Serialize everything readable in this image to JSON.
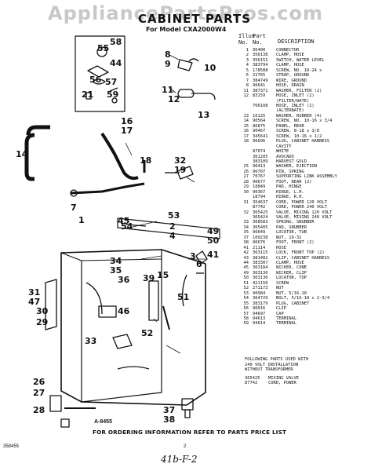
{
  "watermark": "AppliancePartsPros.com",
  "header": {
    "title": "CABINET PARTS",
    "subtitle": "For Model CXA2000W4"
  },
  "parts_table": {
    "col_illus": "Illus\nNo.",
    "col_part": "Part\nNo.",
    "col_desc": "DESCRIPTION",
    "rows": [
      {
        "n": "1",
        "p": "95400",
        "d": "CONNECTOR"
      },
      {
        "n": "2",
        "p": "356138",
        "d": "CLAMP, HOSE"
      },
      {
        "n": "3",
        "p": "356151",
        "d": "SWITCH, WATER LEVEL"
      },
      {
        "n": "4",
        "p": "383794",
        "d": "CLAMP, HOSE"
      },
      {
        "n": "5",
        "p": "178588",
        "d": "SCREW, NO. 10-24 x"
      },
      {
        "n": "6",
        "p": "22765",
        "d": "STRAP, GROUND"
      },
      {
        "n": "7",
        "p": "384749",
        "d": "WIRE, GROUND"
      },
      {
        "n": "8",
        "p": "96641",
        "d": "HOSE, DRAIN"
      },
      {
        "n": "11",
        "p": "387371",
        "d": "WASHER, FILTER (2)"
      },
      {
        "n": "12",
        "p": "83159",
        "d": "HOSE, INLET (2)"
      },
      {
        "n": "",
        "p": "",
        "d": "(FILTER/WATE)"
      },
      {
        "n": "",
        "p": "766108",
        "d": "HOSE, INLET (2)"
      },
      {
        "n": "",
        "p": "",
        "d": "(ALTERNATE)"
      },
      {
        "n": "13",
        "p": "16125",
        "d": "WASHER, RUBBER (4)"
      },
      {
        "n": "14",
        "p": "90564",
        "d": "SCREW, NO. 10-16 x 3/4"
      },
      {
        "n": "15",
        "p": "86875",
        "d": "PANEL, REAR"
      },
      {
        "n": "16",
        "p": "90467",
        "d": "SCREW, 8-18 x 3/8"
      },
      {
        "n": "17",
        "p": "345641",
        "d": "SCREW, 10-16 x 1/2"
      },
      {
        "n": "18",
        "p": "96696",
        "d": "PLUG, CABINET HARNESS"
      },
      {
        "n": "",
        "p": "",
        "d": "CAVITY"
      },
      {
        "n": "",
        "p": "87074",
        "d": "WHITE"
      },
      {
        "n": "",
        "p": "361205",
        "d": "AVOCADO"
      },
      {
        "n": "",
        "p": "383189",
        "d": "HARVEST GOLD"
      },
      {
        "n": "25",
        "p": "96413",
        "d": "WASHER, EJECTION"
      },
      {
        "n": "26",
        "p": "96707",
        "d": "PIN, SPRING"
      },
      {
        "n": "27",
        "p": "70767",
        "d": "SUPPORTING LINK ASSEMBLY"
      },
      {
        "n": "28",
        "p": "90677",
        "d": "FOOT, REAR (2)"
      },
      {
        "n": "29",
        "p": "18849",
        "d": "PAD, HINGE"
      },
      {
        "n": "30",
        "p": "90367",
        "d": "HINGE, L.H."
      },
      {
        "n": "",
        "p": "18794",
        "d": "HINGE, R.H."
      },
      {
        "n": "31",
        "p": "354637",
        "d": "CORD, POWER 120 VOLT"
      },
      {
        "n": "",
        "p": "87742",
        "d": "CORD, POWER 240 VOLT"
      },
      {
        "n": "32",
        "p": "365425",
        "d": "VALVE, MIXING 120 VOLT"
      },
      {
        "n": "",
        "p": "365424",
        "d": "VALVE, MIXING 240 VOLT"
      },
      {
        "n": "33",
        "p": "368583",
        "d": "SPRING, SNUBBER"
      },
      {
        "n": "34",
        "p": "365405",
        "d": "PAD, SNUBBER"
      },
      {
        "n": "35",
        "p": "96649",
        "d": "LOCATOR, TUB"
      },
      {
        "n": "37",
        "p": "109238",
        "d": "NUT, 10-32"
      },
      {
        "n": "38",
        "p": "96676",
        "d": "FOOT, FRONT (2)"
      },
      {
        "n": "41",
        "p": "21114",
        "d": "HOSE"
      },
      {
        "n": "42",
        "p": "363115",
        "d": "LOCK, FRONT TOP (2)"
      },
      {
        "n": "43",
        "p": "381482",
        "d": "CLIP, CABINET HARNESS"
      },
      {
        "n": "44",
        "p": "383307",
        "d": "CLAMP, HOSE"
      },
      {
        "n": "45",
        "p": "363184",
        "d": "WICKER, CONE"
      },
      {
        "n": "49",
        "p": "363136",
        "d": "WICKER, CLIP"
      },
      {
        "n": "50",
        "p": "363136",
        "d": "LOCATOR, TOP"
      },
      {
        "n": "51",
        "p": "421150",
        "d": "SCREW"
      },
      {
        "n": "52",
        "p": "271173",
        "d": "NUT"
      },
      {
        "n": "53",
        "p": "90984",
        "d": "NUT, 5/16-18"
      },
      {
        "n": "54",
        "p": "364729",
        "d": "BOLT, 5/16-18 x 2-3/4"
      },
      {
        "n": "55",
        "p": "383179",
        "d": "PLUG, CABINET"
      },
      {
        "n": "56",
        "p": "96016",
        "d": "CLIP"
      },
      {
        "n": "57",
        "p": "94697",
        "d": "CAP"
      },
      {
        "n": "58",
        "p": "94613",
        "d": "TERMINAL"
      },
      {
        "n": "59",
        "p": "94614",
        "d": "TERMINAL"
      }
    ]
  },
  "following_note": "FOLLOWING PARTS USED WITH\n240 VOLT INSTALLATION\nWITHOUT TRANSFORMER",
  "extra_rows": [
    {
      "p": "365425",
      "d": "MIXING VALVE"
    },
    {
      "p": "87742",
      "d": "CORD, POWER"
    }
  ],
  "diagram_labels": [
    "55",
    "58",
    "44",
    "56",
    "57",
    "21",
    "59",
    "8",
    "9",
    "10",
    "11",
    "12",
    "13",
    "16",
    "17",
    "14",
    "18",
    "32",
    "19",
    "7",
    "1",
    "54",
    "53",
    "2",
    "4",
    "45",
    "49",
    "50",
    "3",
    "6",
    "41",
    "34",
    "35",
    "36",
    "39",
    "15",
    "31",
    "47",
    "30",
    "46",
    "51",
    "29",
    "33",
    "52",
    "26",
    "27",
    "37",
    "38",
    "28"
  ],
  "drawing_id": "A-8455",
  "footer_note": "FOR ORDERING INFORMATION REFER TO PARTS PRICE LIST",
  "code_left": "358455",
  "page_num": "2",
  "handwritten": "41b-F-2"
}
